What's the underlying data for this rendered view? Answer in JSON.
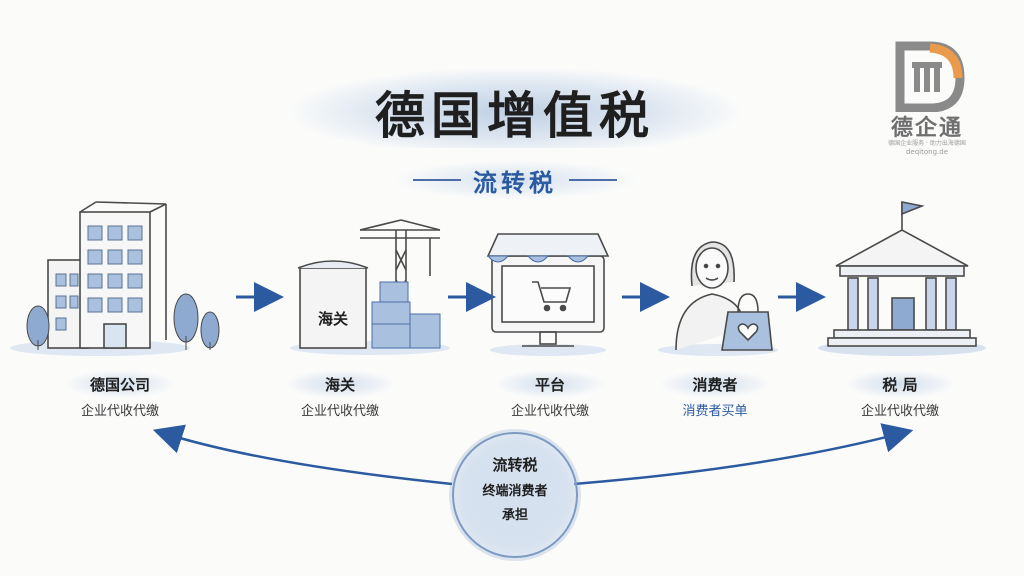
{
  "title": "德国增值税",
  "subtitle": "流转税",
  "logo": {
    "name": "德企通",
    "tagline": "德国企业服务 · 助力出海德国",
    "domain": "deqitong.de"
  },
  "flow": [
    {
      "name": "德国公司",
      "desc": "企业代收代缴",
      "icon": "office-building-icon"
    },
    {
      "name": "海关",
      "sign": "海关",
      "desc": "企业代收代缴",
      "icon": "customs-port-icon"
    },
    {
      "name": "平台",
      "desc": "企业代收代缴",
      "icon": "shop-platform-icon"
    },
    {
      "name": "消费者",
      "desc": "消费者买单",
      "icon": "consumer-shopping-icon"
    },
    {
      "name": "税 局",
      "desc": "企业代收代缴",
      "icon": "tax-office-icon"
    }
  ],
  "bottom": {
    "line1": "流转税",
    "line2": "终端消费者",
    "line3": "承担"
  },
  "colors": {
    "accent": "#2b5aa0",
    "wash": "#a9c1df",
    "sketch": "#4a4a4a"
  }
}
